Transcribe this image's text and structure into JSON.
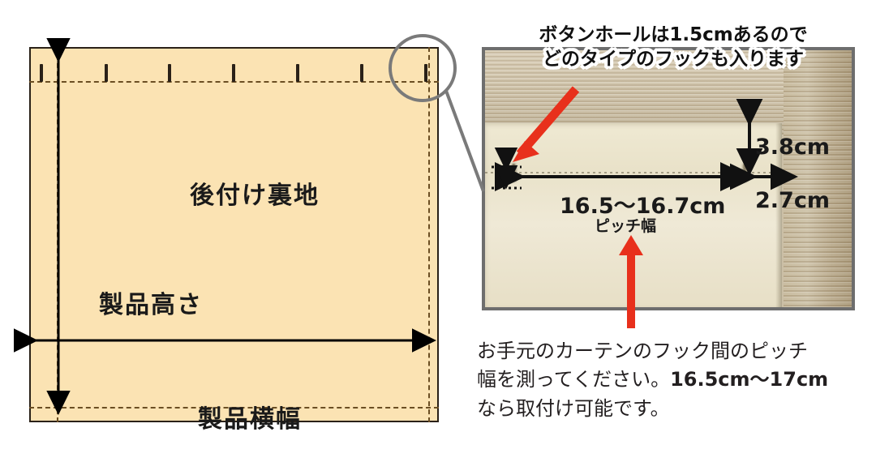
{
  "diagram": {
    "lining_label": "後付け裏地",
    "height_label": "製品高さ",
    "width_label": "製品横幅",
    "buttonhole_count": 7,
    "fill_color": "#fbe3b3",
    "outline_color": "#2a2118",
    "dash_color": "#6b4e23"
  },
  "magnifier": {
    "stroke_color": "#7a7a7a"
  },
  "photo": {
    "caption_line1": "ボタンホールは1.5cmあるので",
    "caption_line2": "どのタイプのフックも入ります",
    "pitch_value": "16.5〜16.7cm",
    "pitch_sublabel": "ピッチ幅",
    "vertical_value": "3.8cm",
    "edge_value": "2.7cm",
    "arrow_color": "#e8301c"
  },
  "bottom_note": {
    "line1": "お手元のカーテンのフック間のピッチ",
    "line2_prefix": "幅を測ってください。",
    "line2_strong": "16.5cm〜17cm",
    "line3": "なら取付け可能です。"
  }
}
